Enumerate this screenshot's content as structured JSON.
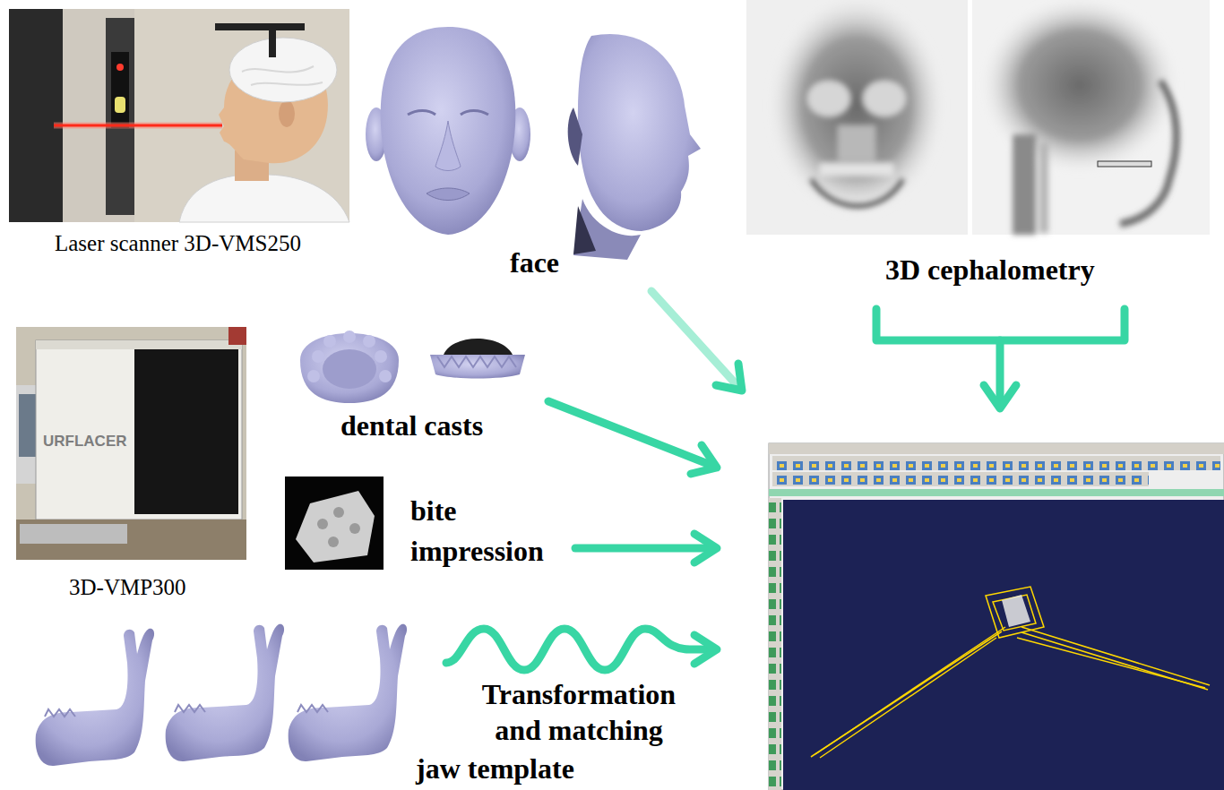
{
  "diagram": {
    "labels": [
      "Laser scanner 3D-VMS250",
      "face",
      "3D cephalometry",
      "dental casts",
      "bite impression",
      "3D-VMP300",
      "Transformation and matching",
      "jaw template",
      "URFLACER"
    ]
  }
}
